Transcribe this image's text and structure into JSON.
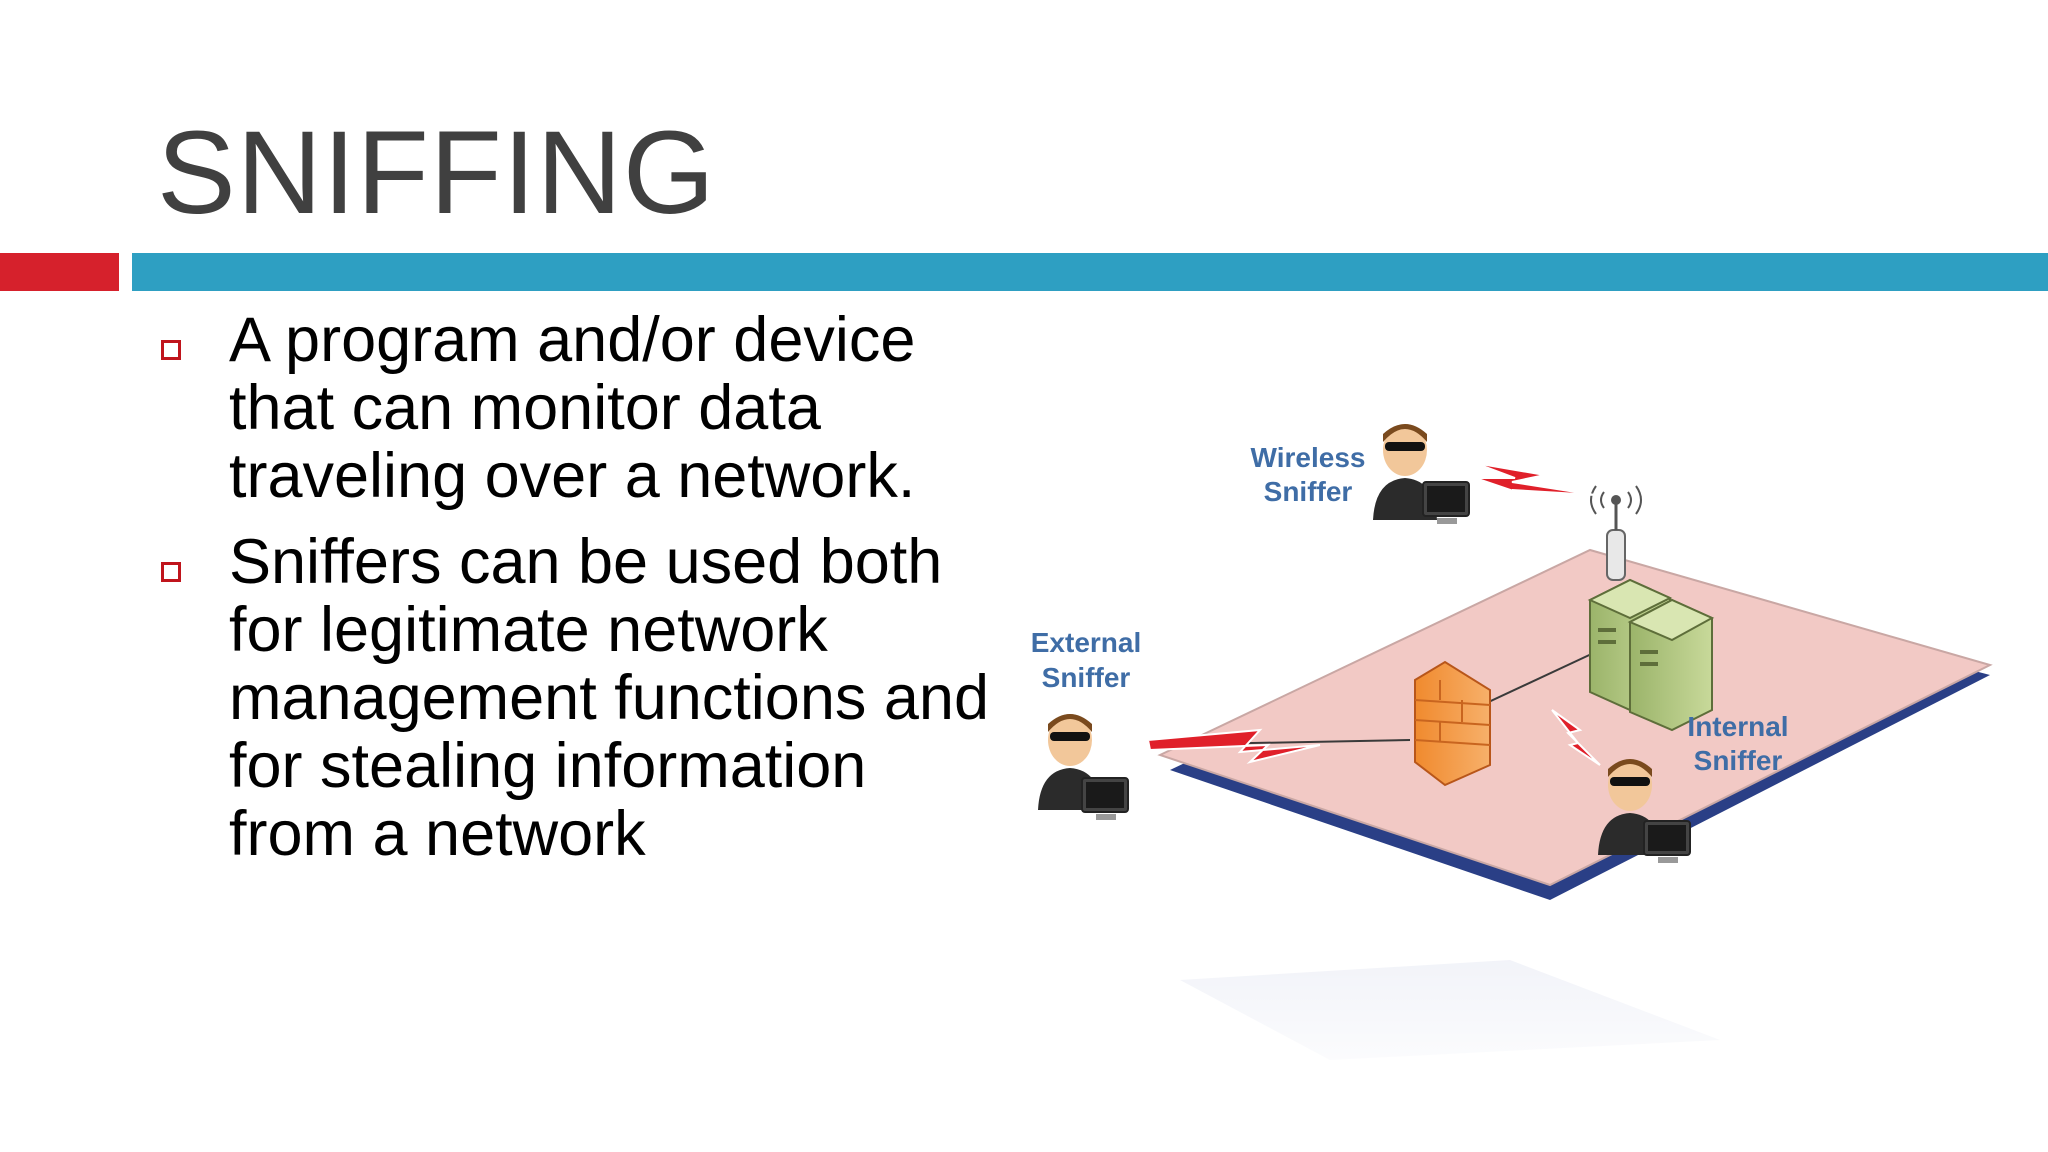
{
  "slide": {
    "title": "SNIFFING",
    "colors": {
      "title_text": "#404040",
      "accent_red": "#d6212c",
      "accent_blue": "#2e9fc2",
      "bullet_marker": "#c0141c"
    },
    "bullets": [
      {
        "text": "A program and/or device that can monitor data traveling over a network.",
        "marker_icon": "hollow-square-bullet-icon"
      },
      {
        "text": "Sniffers can be used both for legitimate network management functions and for stealing information from a network",
        "marker_icon": "hollow-square-bullet-icon"
      }
    ]
  },
  "diagram": {
    "labels": {
      "wireless_line1": "Wireless",
      "wireless_line2": "Sniffer",
      "external_line1": "External",
      "external_line2": "Sniffer",
      "internal_line1": "Internal",
      "internal_line2": "Sniffer"
    },
    "label_color": "#3f6da6",
    "platform_color": "#f2c9c5",
    "platform_edge_color": "#2a3f86",
    "bolt_color": "#e0202a",
    "icons": [
      "wireless-sniffer-person-icon",
      "external-sniffer-person-icon",
      "internal-sniffer-person-icon",
      "firewall-icon",
      "server-icon",
      "wireless-antenna-icon",
      "lightning-bolt-icon"
    ]
  }
}
